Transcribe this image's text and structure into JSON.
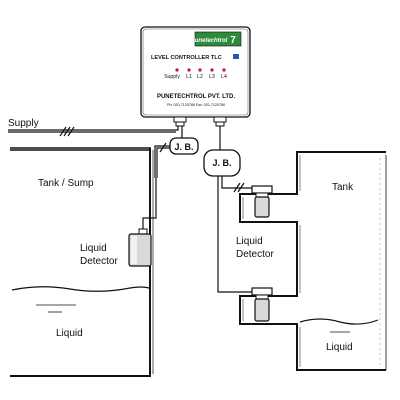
{
  "controller": {
    "brand": "Punetechtrol",
    "title": "LEVEL CONTROLLER TLC",
    "indicators": [
      "Supply",
      "L1",
      "L2",
      "L3",
      "L4"
    ],
    "indicator_color": "#c8102e",
    "company": "PUNETECHTROL PVT. LTD.",
    "contact": "Ph: 020-7120788 Fax: 020-7120788",
    "badge_color": "#2e8b3a"
  },
  "supply_label": "Supply",
  "junction_box_label": "J. B.",
  "left_tank": {
    "label": "Tank / Sump",
    "detector_label_line1": "Liquid",
    "detector_label_line2": "Detector",
    "liquid_label": "Liquid"
  },
  "right_tank": {
    "label": "Tank",
    "detector_label_line1": "Liquid",
    "detector_label_line2": "Detector",
    "liquid_label": "Liquid"
  }
}
